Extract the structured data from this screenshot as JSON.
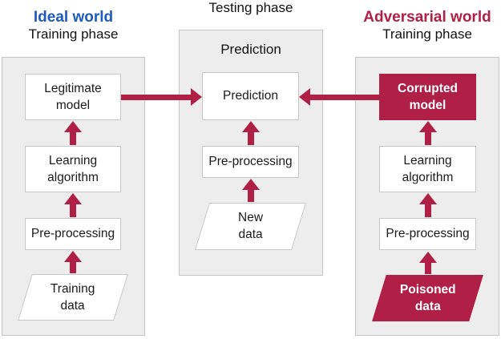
{
  "colors": {
    "accent_crimson": "#B01F45",
    "ideal_blue": "#1F5ABD",
    "panel_gray": "#EDEDED"
  },
  "ideal": {
    "world_label": "Ideal world",
    "phase_label": "Training phase",
    "model_box": "Legitimate\nmodel",
    "algorithm_box": "Learning\nalgorithm",
    "preprocessing_box": "Pre-processing",
    "data_shape": "Training\ndata"
  },
  "testing": {
    "title": "Testing phase",
    "panel_heading": "Prediction",
    "prediction_box": "Prediction",
    "preprocessing_box": "Pre-processing",
    "data_shape": "New\ndata"
  },
  "adversarial": {
    "world_label": "Adversarial world",
    "phase_label": "Training phase",
    "model_box": "Corrupted\nmodel",
    "algorithm_box": "Learning\nalgorithm",
    "preprocessing_box": "Pre-processing",
    "data_shape": "Poisoned\ndata"
  }
}
